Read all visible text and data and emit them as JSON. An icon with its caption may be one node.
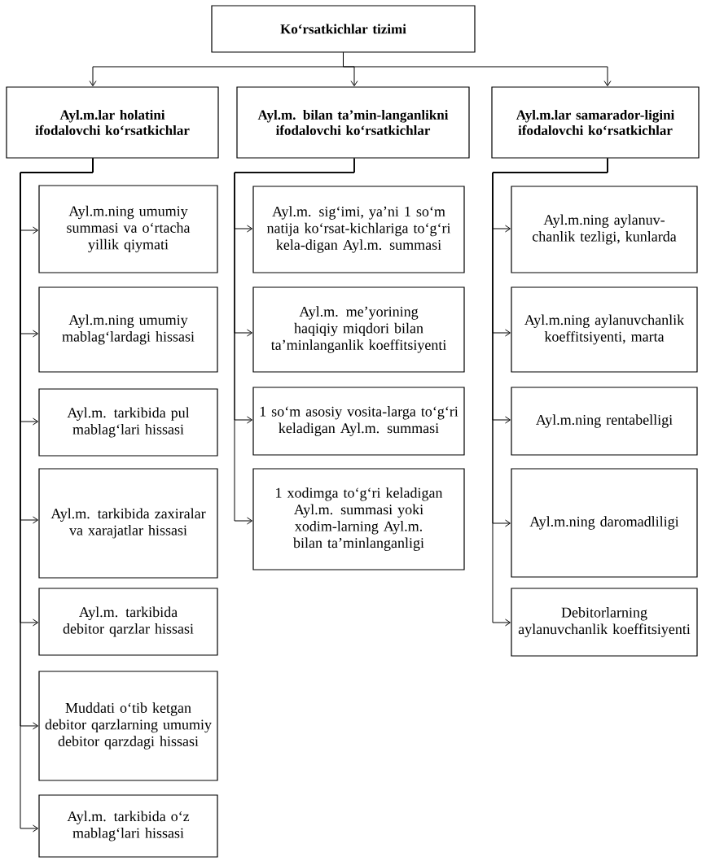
{
  "diagram": {
    "nodes": [
      {
        "text": [
          "Ko‘rsatkichlar tizimi"
        ]
      },
      {
        "text": [
          "Ayl.m.lar holatini ifodalovchi ko‘rsatkichlar"
        ]
      },
      {
        "text": [
          "Ayl.m. bilan ta’min-langanlikni ifodalovchi ko‘rsatkichlar"
        ]
      },
      {
        "text": [
          "Ayl.m.lar samarador-ligini ifodalovchi ko‘rsatkichlar"
        ]
      },
      {
        "text": [
          "Ayl.m.ning umumiy summasi va o‘rtacha yillik qiymati"
        ]
      },
      {
        "text": [
          "Ayl.m.ning umumiy mablag‘lardagi hissasi"
        ]
      },
      {
        "text": [
          "Ayl.m. tarkibida pul mablag‘lari hissasi"
        ]
      },
      {
        "text": [
          "Ayl.m. tarkibida zaxiralar va xarajatlar hissasi"
        ]
      },
      {
        "text": [
          "Ayl.m. tarkibida debitor qarzlar hissasi"
        ]
      },
      {
        "text": [
          "Muddati o‘tib ketgan debitor qarzlarning umumiy debitor qarzdagi hissasi"
        ]
      },
      {
        "text": [
          "Ayl.m. tarkibida o‘z mablag‘lari hissasi"
        ]
      },
      {
        "text": [
          "Ayl.m. sig‘imi, ya’ni 1 so‘m natija ko‘rsat-kichlariga to‘g‘ri kela-digan Ayl.m. summasi"
        ]
      },
      {
        "text": [
          "Ayl.m. me’yorining haqiqiy miqdori bilan ta’minlanganlik koeffitsiyenti"
        ]
      },
      {
        "text": [
          "1 so‘m asosiy vosita-larga to‘g‘ri keladigan Ayl.m. summasi"
        ]
      },
      {
        "text": [
          "1 xodimga to‘g‘ri keladigan Ayl.m. summasi yoki xodim-larning Ayl.m. bilan ta’minlanganligi"
        ]
      },
      {
        "text": [
          "Ayl.m.ning aylanuv-chanlik tezligi, kunlarda"
        ]
      },
      {
        "text": [
          "Ayl.m.ning aylanuvchanlik koeffitsiyenti, marta"
        ]
      },
      {
        "text": [
          "Ayl.m.ning rentabelligi"
        ]
      },
      {
        "text": [
          "Ayl.m.ning daromadliligi"
        ]
      },
      {
        "text": [
          "Debitorlarning aylanuvchanlik koeffitsiyenti"
        ]
      }
    ],
    "edges": [
      {
        "from": 0,
        "to": 1,
        "arrow": "to"
      },
      {
        "from": 0,
        "to": 2,
        "arrow": "to"
      },
      {
        "from": 0,
        "to": 3,
        "arrow": "to"
      },
      {
        "from": 1,
        "to": 4,
        "arrow": "to"
      },
      {
        "from": 1,
        "to": 5,
        "arrow": "to"
      },
      {
        "from": 1,
        "to": 6,
        "arrow": "to"
      },
      {
        "from": 1,
        "to": 7,
        "arrow": "to"
      },
      {
        "from": 1,
        "to": 8,
        "arrow": "to"
      },
      {
        "from": 1,
        "to": 9,
        "arrow": "to"
      },
      {
        "from": 1,
        "to": 10,
        "arrow": "to"
      },
      {
        "from": 2,
        "to": 11,
        "arrow": "to"
      },
      {
        "from": 2,
        "to": 12,
        "arrow": "to"
      },
      {
        "from": 2,
        "to": 13,
        "arrow": "to"
      },
      {
        "from": 2,
        "to": 14,
        "arrow": "to"
      },
      {
        "from": 3,
        "to": 15,
        "arrow": "to"
      },
      {
        "from": 3,
        "to": 16,
        "arrow": "to"
      },
      {
        "from": 3,
        "to": 17,
        "arrow": "to"
      },
      {
        "from": 3,
        "to": 18,
        "arrow": "to"
      },
      {
        "from": 3,
        "to": 19,
        "arrow": "to"
      }
    ]
  }
}
